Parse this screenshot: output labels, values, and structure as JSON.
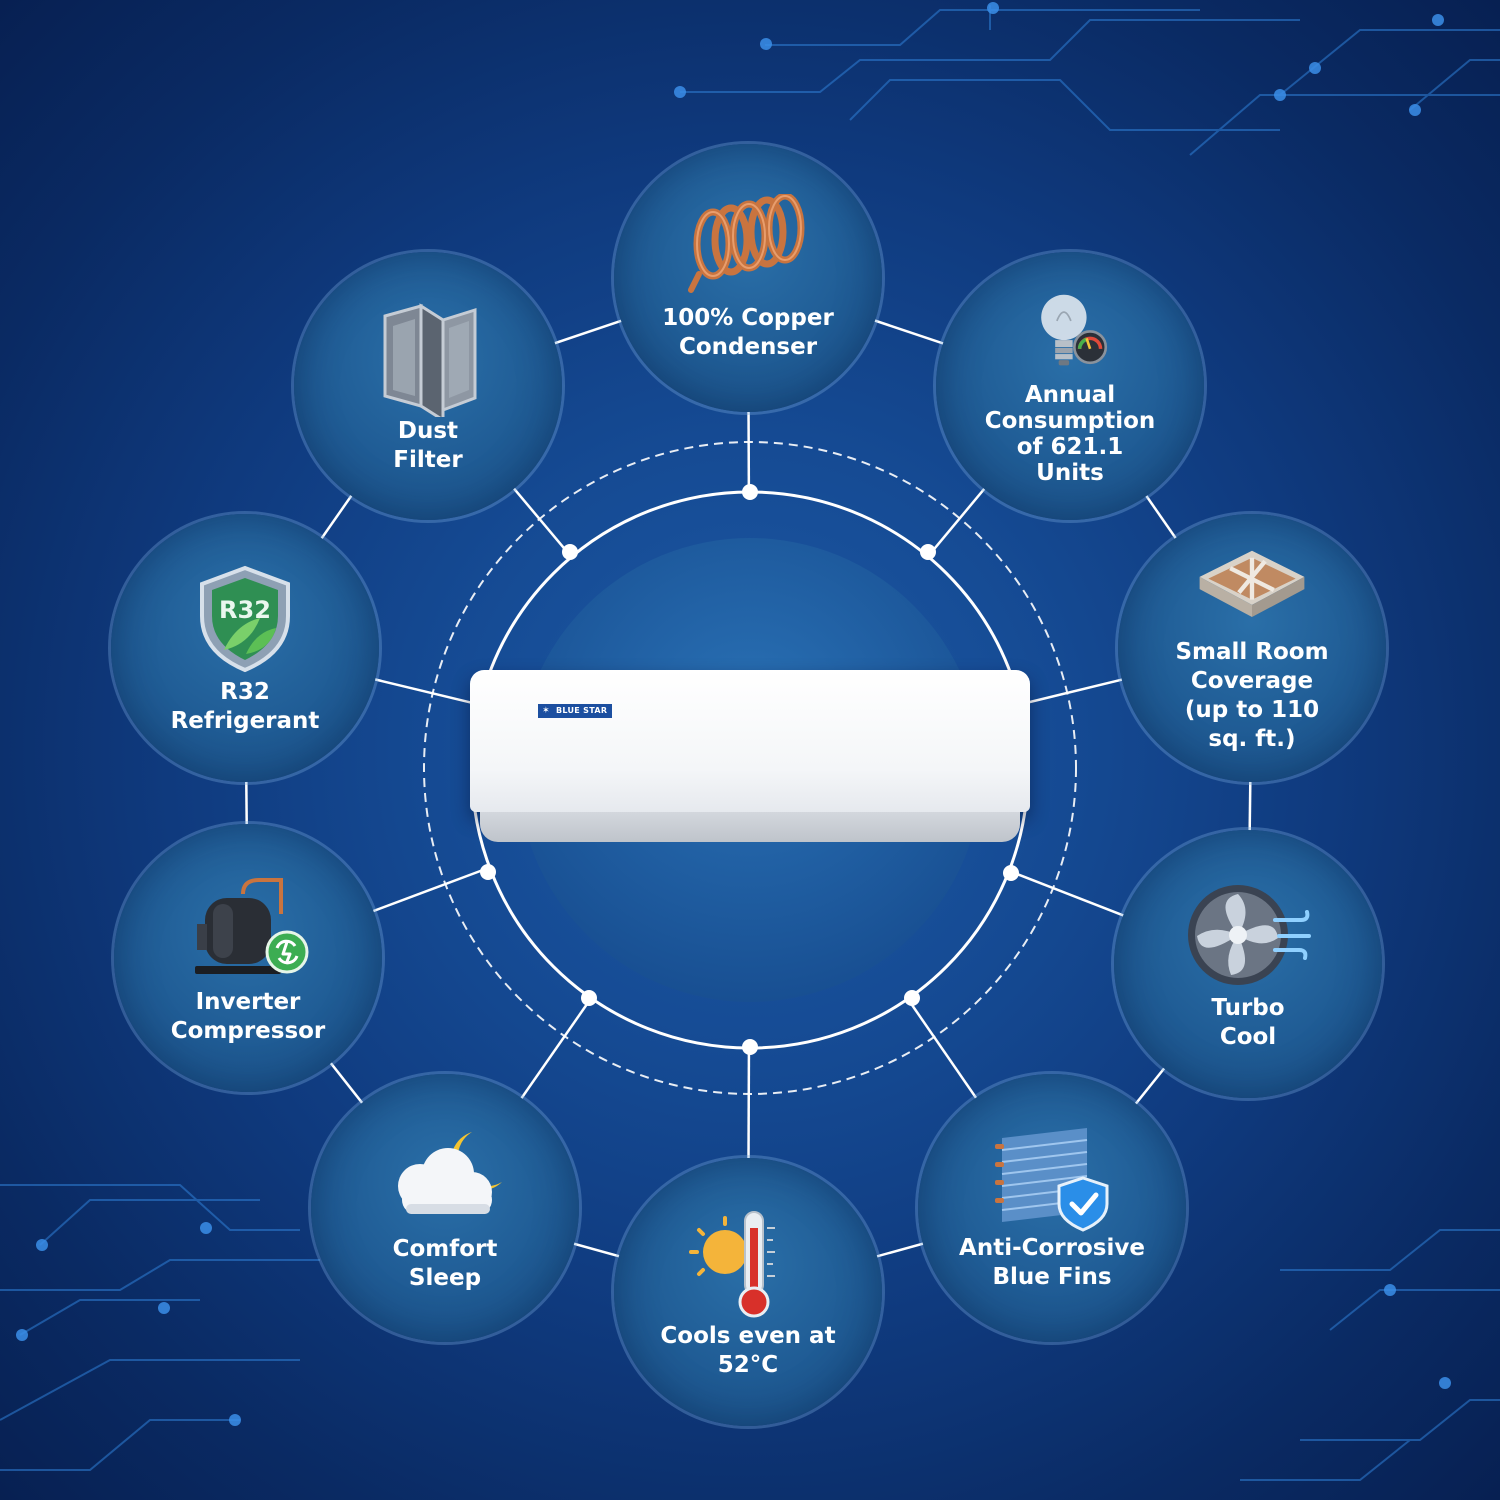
{
  "brand": {
    "logo_text": "BLUE STAR"
  },
  "features": [
    {
      "id": "copper",
      "icon": "copper-coil-icon",
      "lines": [
        "100% Copper",
        "Condenser"
      ]
    },
    {
      "id": "consumption",
      "icon": "lightbulb-meter-icon",
      "lines": [
        "Annual",
        "Consumption",
        "of 621.1",
        "Units"
      ]
    },
    {
      "id": "room",
      "icon": "room-floorplan-icon",
      "lines": [
        "Small Room",
        "Coverage",
        "(up to 110",
        "sq. ft.)"
      ]
    },
    {
      "id": "turbo",
      "icon": "turbo-fan-icon",
      "lines": [
        "Turbo",
        "Cool"
      ]
    },
    {
      "id": "fins",
      "icon": "shielded-fins-icon",
      "lines": [
        "Anti-Corrosive",
        "Blue Fins"
      ]
    },
    {
      "id": "heat",
      "icon": "sun-thermometer-icon",
      "lines": [
        "Cools even at",
        "52°C"
      ]
    },
    {
      "id": "sleep",
      "icon": "cloud-moon-icon",
      "lines": [
        "Comfort",
        "Sleep"
      ]
    },
    {
      "id": "inverter",
      "icon": "compressor-icon",
      "lines": [
        "Inverter",
        "Compressor"
      ]
    },
    {
      "id": "r32",
      "icon": "r32-shield-icon",
      "icon_text": "R32",
      "lines": [
        "R32",
        "Refrigerant"
      ]
    },
    {
      "id": "dust",
      "icon": "dust-filter-icon",
      "lines": [
        "Dust",
        "Filter"
      ]
    }
  ],
  "colors": {
    "background": "#0b2a63",
    "circle_fill": "#1f5b94",
    "accent": "#ffffff",
    "circuit": "#2f7fd6"
  }
}
